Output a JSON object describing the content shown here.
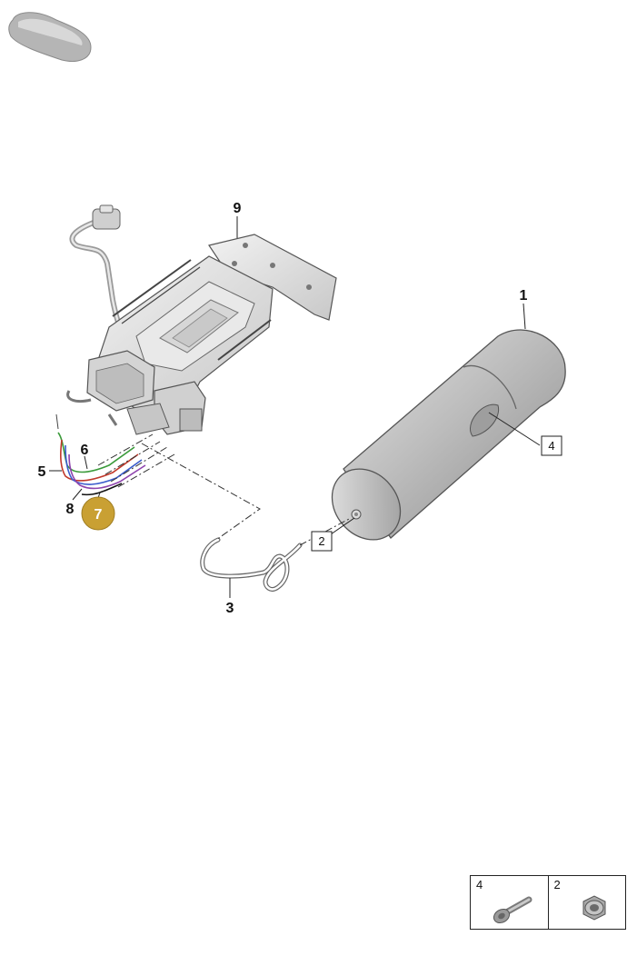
{
  "callouts": {
    "c1": "1",
    "c3": "3",
    "c5": "5",
    "c6": "6",
    "c8": "8",
    "c9": "9"
  },
  "boxed_refs": {
    "b2": "2",
    "b4": "4"
  },
  "highlight_badge": {
    "label": "7",
    "color": "#C9A033"
  },
  "legend": {
    "items": [
      {
        "number": "4",
        "icon": "bolt-icon"
      },
      {
        "number": "2",
        "icon": "nut-icon"
      }
    ]
  },
  "colors": {
    "wire_green": "#3a9a3a",
    "wire_red": "#c0392b",
    "wire_blue": "#3b5ccc",
    "wire_purple": "#8e44ad"
  }
}
